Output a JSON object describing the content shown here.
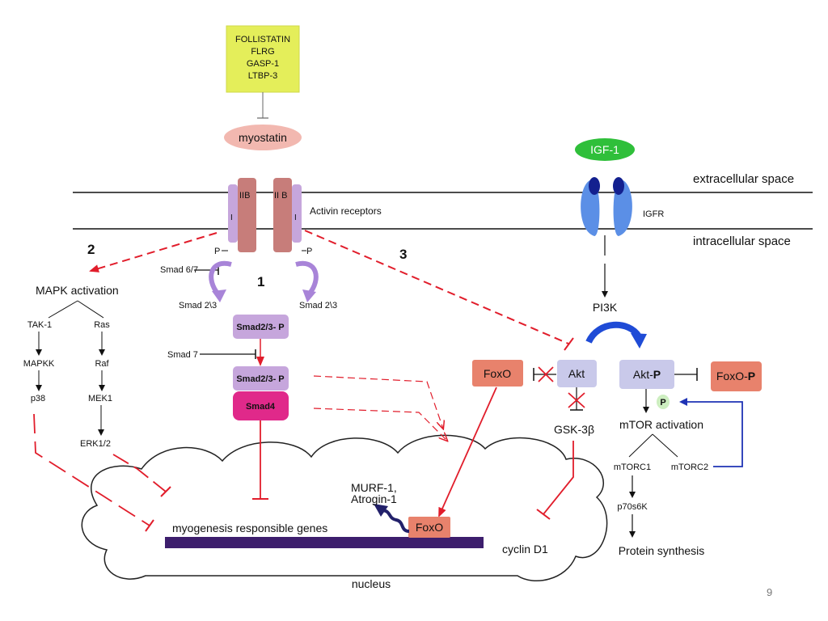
{
  "inhibitors": [
    "FOLLISTATIN",
    "FLRG",
    "GASP-1",
    "LTBP-3"
  ],
  "myostatin": "myostatin",
  "igf1": "IGF-1",
  "igfr": "IGFR",
  "extracellular": "extracellular space",
  "intracellular": "intracellular space",
  "activin_receptors": "Activin receptors",
  "receptor_iib_left": "IIB",
  "receptor_iib_right": "II B",
  "receptor_i": "I",
  "p_label": "P",
  "pathway_numbers": [
    "1",
    "2",
    "3"
  ],
  "smad67": "Smad 6/7",
  "smad23_left": "Smad 2\\3",
  "smad23_right": "Smad 2\\3",
  "smad23p": "Smad2/3- P",
  "smad7": "Smad 7",
  "smad23p_2": "Smad2/3- P",
  "smad4": "Smad4",
  "mapk_activation": "MAPK activation",
  "mapk_left": [
    "TAK-1",
    "MAPKK",
    "p38"
  ],
  "mapk_right": [
    "Ras",
    "Raf",
    "MEK1",
    "ERK1/2"
  ],
  "pi3k": "PI3K",
  "foxo": "FoxO",
  "akt": "Akt",
  "akt_p": "Akt-",
  "akt_p_bold": "P",
  "foxo_p": "FoxO-",
  "foxo_p_bold": "P",
  "gsk": "GSK-3β",
  "mtor_activation": "mTOR activation",
  "mtorc1": "mTORC1",
  "mtorc2": "mTORC2",
  "p70s6k": "p70s6K",
  "protein_synthesis": "Protein synthesis",
  "murf": "MURF-1,",
  "atrogin": "Atrogin-1",
  "foxo_nucleus": "FoxO",
  "myogenesis": "myogenesis responsible genes",
  "cyclin": "cyclin D1",
  "nucleus": "nucleus",
  "slide_number": "9"
}
